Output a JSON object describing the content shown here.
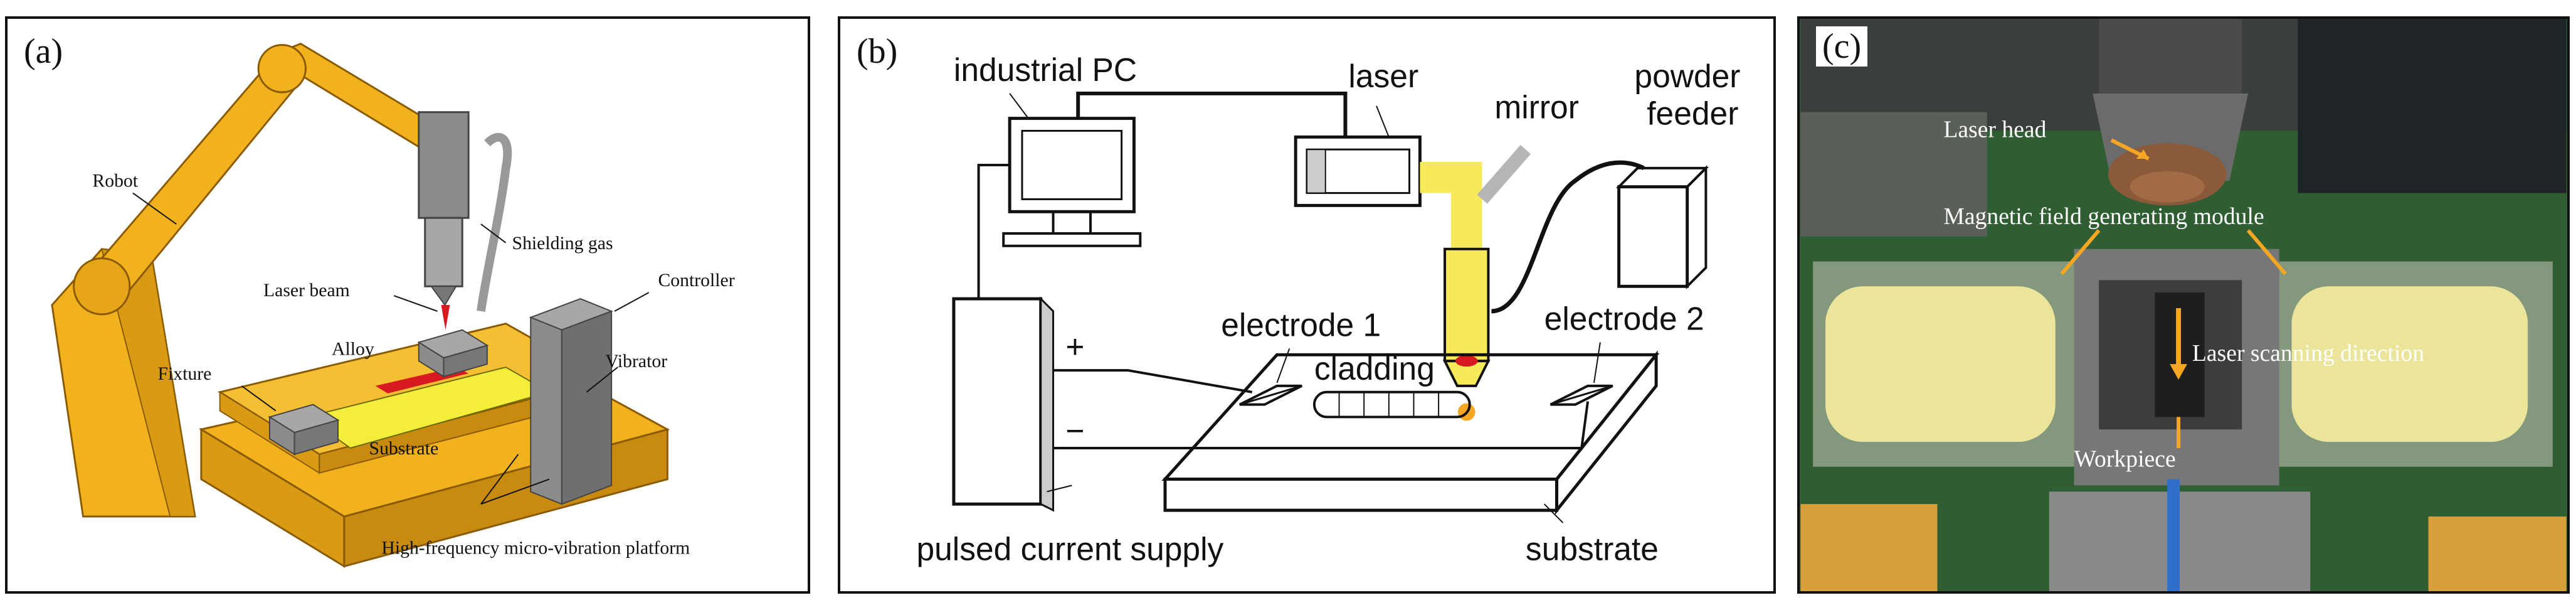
{
  "panels": {
    "a": {
      "label": "(a)",
      "texts": {
        "robot": "Robot",
        "shielding_gas": "Shielding gas",
        "laser_beam": "Laser beam",
        "controller": "Controller",
        "alloy": "Alloy",
        "vibrator": "Vibrator",
        "fixture": "Fixture",
        "substrate": "Substrate",
        "platform": "High-frequency micro-vibration platform"
      }
    },
    "b": {
      "label": "(b)",
      "texts": {
        "industrial_pc": "industrial PC",
        "laser": "laser",
        "mirror": "mirror",
        "powder": "powder",
        "feeder": "feeder",
        "electrode1": "electrode 1",
        "electrode2": "electrode 2",
        "cladding": "cladding",
        "plus": "+",
        "minus": "−",
        "pulsed": "pulsed current supply",
        "substrate": "substrate"
      }
    },
    "c": {
      "label": "(c)",
      "texts": {
        "laser_head": "Laser head",
        "magnetic": "Magnetic field generating module",
        "scan_dir": "Laser scanning direction",
        "workpiece": "Workpiece"
      }
    }
  },
  "colors": {
    "robot_orange": "#f2b21e",
    "robot_shadow": "#c98a10",
    "gray_block": "#8c8c8c",
    "alloy_red": "#d71920",
    "substrate_yellow": "#f4ee3a",
    "laser_yellow": "#f6ea5a",
    "arrow_orange": "#f5a623",
    "photo_green": "#2f5e33"
  }
}
